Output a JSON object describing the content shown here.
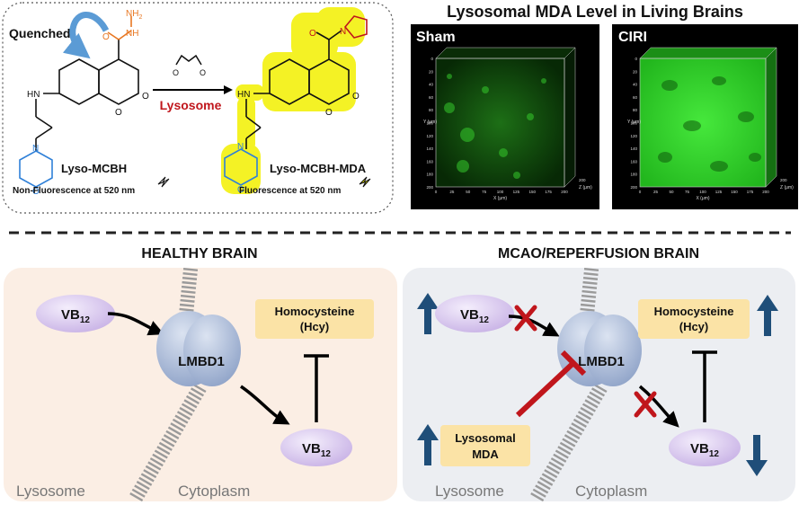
{
  "top": {
    "quenched": "Quenched",
    "nh2": "NH",
    "nh2_sub": "2",
    "nh": "NH",
    "o": "O",
    "n": "N",
    "hn": "H",
    "probe_name": "Lyso-MCBH",
    "probe_state": "Non-Fluorescence at 520 nm",
    "arrow_label": "Lysosome",
    "product_name": "Lyso-MCBH-MDA",
    "product_state": "Fluorescence at 520 nm",
    "images_title": "Lysosomal MDA Level in Living Brains",
    "panels": [
      {
        "label": "Sham"
      },
      {
        "label": "CIRI"
      }
    ],
    "y_axis_label": "Y (μm)",
    "x_axis_label": "X (μm)",
    "z_axis_label": "Z (μm)",
    "z_tick": "200",
    "y_ticks": [
      "0",
      "20",
      "40",
      "60",
      "80",
      "100",
      "120",
      "140",
      "160",
      "180",
      "200"
    ],
    "x_ticks": [
      "0",
      "25",
      "50",
      "75",
      "100",
      "125",
      "150",
      "175",
      "200"
    ]
  },
  "healthy": {
    "title": "HEALTHY BRAIN",
    "vb_in": "VB",
    "vb_in_sub": "12",
    "transporter": "LMBD1",
    "vb_out": "VB",
    "vb_out_sub": "12",
    "hcy_line1": "Homocysteine",
    "hcy_line2": "(Hcy)",
    "lysosome": "Lysosome",
    "cytoplasm": "Cytoplasm"
  },
  "disease": {
    "title": "MCAO/REPERFUSION BRAIN",
    "vb_in": "VB",
    "vb_in_sub": "12",
    "transporter": "LMBD1",
    "vb_out": "VB",
    "vb_out_sub": "12",
    "hcy_line1": "Homocysteine",
    "hcy_line2": "(Hcy)",
    "mda_line1": "Lysosomal",
    "mda_line2": "MDA",
    "lysosome": "Lysosome",
    "cytoplasm": "Cytoplasm"
  },
  "colors": {
    "hydrazide": "#e87722",
    "morpholine": "#2f80d8",
    "highlight": "#f3f000",
    "lysosome_red": "#c0161c",
    "fluor_green": "#2ed82a",
    "healthy_bg": "#fbeee4",
    "disease_bg": "#eceef2",
    "vb_fill": "#d9c8ee",
    "hcy_fill": "#fbe3a6",
    "mda_fill": "#fbe3a6",
    "lmbd_fill": "#a3b5d4",
    "up_down_arrow": "#1f4e79",
    "inhibit_red": "#c0161c",
    "quench_blue": "#5b9bd5"
  }
}
